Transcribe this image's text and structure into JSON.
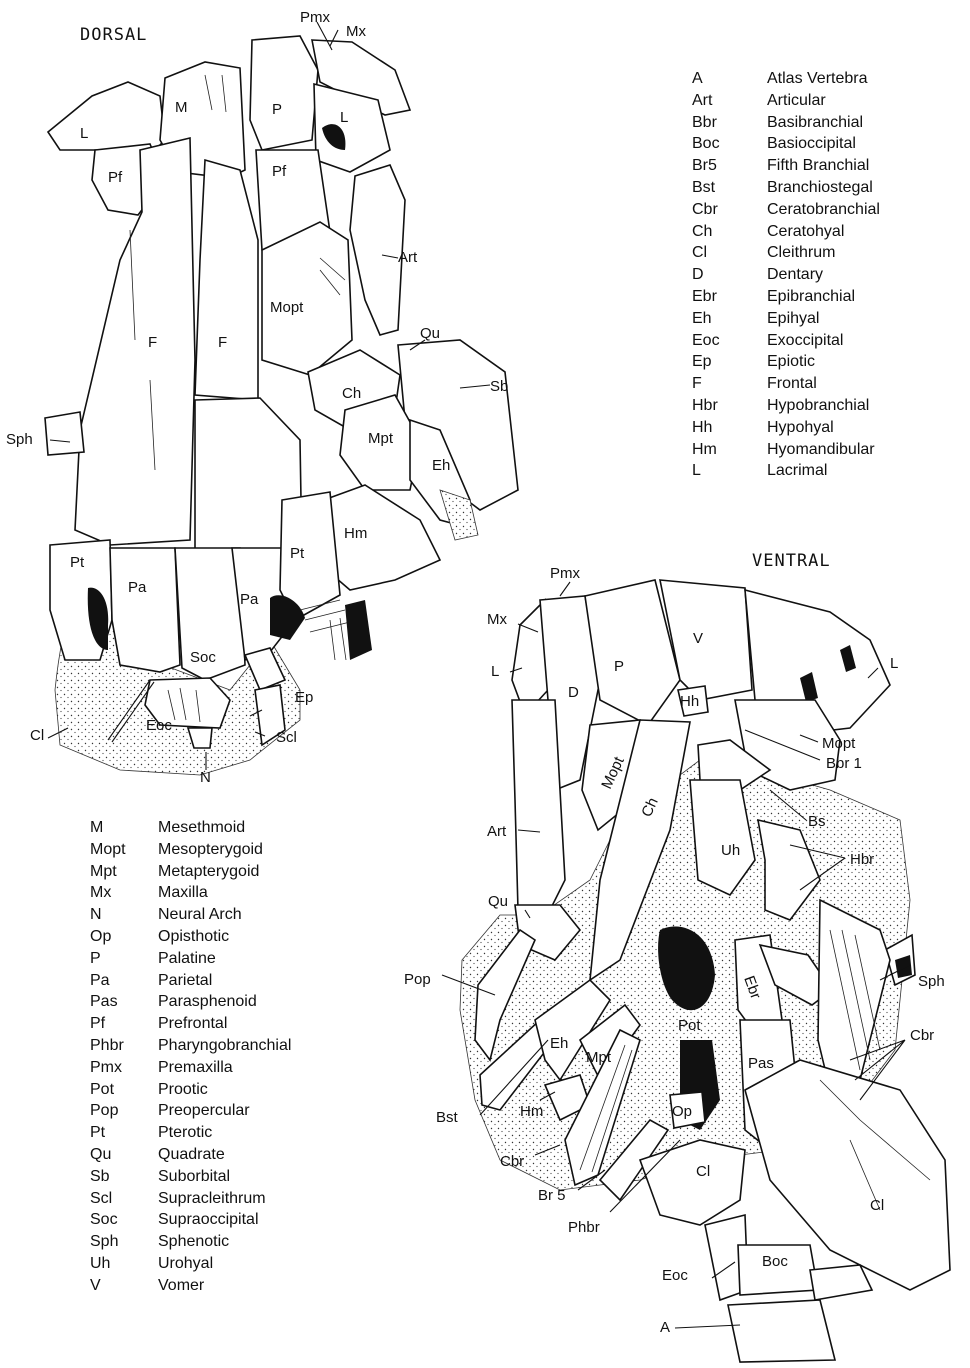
{
  "views": {
    "dorsal": "DORSAL",
    "ventral": "VENTRAL"
  },
  "legend_top": [
    {
      "abbr": "A",
      "name": "Atlas Vertebra"
    },
    {
      "abbr": "Art",
      "name": "Articular"
    },
    {
      "abbr": "Bbr",
      "name": "Basibranchial"
    },
    {
      "abbr": "Boc",
      "name": "Basioccipital"
    },
    {
      "abbr": "Br5",
      "name": "Fifth Branchial"
    },
    {
      "abbr": "Bst",
      "name": "Branchiostegal"
    },
    {
      "abbr": "Cbr",
      "name": "Ceratobranchial"
    },
    {
      "abbr": "Ch",
      "name": "Ceratohyal"
    },
    {
      "abbr": "Cl",
      "name": "Cleithrum"
    },
    {
      "abbr": "D",
      "name": "Dentary"
    },
    {
      "abbr": "Ebr",
      "name": "Epibranchial"
    },
    {
      "abbr": "Eh",
      "name": "Epihyal"
    },
    {
      "abbr": "Eoc",
      "name": "Exoccipital"
    },
    {
      "abbr": "Ep",
      "name": "Epiotic"
    },
    {
      "abbr": "F",
      "name": "Frontal"
    },
    {
      "abbr": "Hbr",
      "name": "Hypobranchial"
    },
    {
      "abbr": "Hh",
      "name": "Hypohyal"
    },
    {
      "abbr": "Hm",
      "name": "Hyomandibular"
    },
    {
      "abbr": "L",
      "name": "Lacrimal"
    }
  ],
  "legend_bottom": [
    {
      "abbr": "M",
      "name": "Mesethmoid"
    },
    {
      "abbr": "Mopt",
      "name": "Mesopterygoid"
    },
    {
      "abbr": "Mpt",
      "name": "Metapterygoid"
    },
    {
      "abbr": "Mx",
      "name": "Maxilla"
    },
    {
      "abbr": "N",
      "name": "Neural Arch"
    },
    {
      "abbr": "Op",
      "name": "Opisthotic"
    },
    {
      "abbr": "P",
      "name": "Palatine"
    },
    {
      "abbr": "Pa",
      "name": "Parietal"
    },
    {
      "abbr": "Pas",
      "name": "Parasphenoid"
    },
    {
      "abbr": "Pf",
      "name": "Prefrontal"
    },
    {
      "abbr": "Phbr",
      "name": "Pharyngobranchial"
    },
    {
      "abbr": "Pmx",
      "name": "Premaxilla"
    },
    {
      "abbr": "Pot",
      "name": "Prootic"
    },
    {
      "abbr": "Pop",
      "name": "Preopercular"
    },
    {
      "abbr": "Pt",
      "name": "Pterotic"
    },
    {
      "abbr": "Qu",
      "name": "Quadrate"
    },
    {
      "abbr": "Sb",
      "name": "Suborbital"
    },
    {
      "abbr": "Scl",
      "name": "Supracleithrum"
    },
    {
      "abbr": "Soc",
      "name": "Supraoccipital"
    },
    {
      "abbr": "Sph",
      "name": "Sphenotic"
    },
    {
      "abbr": "Uh",
      "name": "Urohyal"
    },
    {
      "abbr": "V",
      "name": "Vomer"
    }
  ],
  "dorsal_labels": {
    "pmx": "Pmx",
    "mx": "Mx",
    "m": "M",
    "p": "P",
    "l_left": "L",
    "l_right": "L",
    "pf_left": "Pf",
    "pf_right": "Pf",
    "art": "Art",
    "mopt": "Mopt",
    "qu": "Qu",
    "f_left": "F",
    "f_right": "F",
    "sb": "Sb",
    "ch": "Ch",
    "mpt": "Mpt",
    "eh": "Eh",
    "sph": "Sph",
    "hm": "Hm",
    "pt_left": "Pt",
    "pt_right": "Pt",
    "pa_left": "Pa",
    "pa_right": "Pa",
    "soc": "Soc",
    "ep": "Ep",
    "cl": "Cl",
    "eoc": "Eoc",
    "scl": "Scl",
    "n": "N"
  },
  "ventral_labels": {
    "pmx": "Pmx",
    "mx": "Mx",
    "l_left": "L",
    "l_right": "L",
    "d": "D",
    "p": "P",
    "v": "V",
    "hh": "Hh",
    "mopt_right": "Mopt",
    "bbr1": "Bbr 1",
    "bs": "Bs",
    "mopt_center": "Mopt",
    "ch": "Ch",
    "art": "Art",
    "uh": "Uh",
    "hbr": "Hbr",
    "qu": "Qu",
    "sph": "Sph",
    "ebr": "Ebr",
    "pop": "Pop",
    "pot": "Pot",
    "eh": "Eh",
    "mpt": "Mpt",
    "pas": "Pas",
    "cbr_right": "Cbr",
    "bst": "Bst",
    "hm": "Hm",
    "op": "Op",
    "cbr_left": "Cbr",
    "br5": "Br 5",
    "cl_left": "Cl",
    "cl_right": "Cl",
    "phbr": "Phbr",
    "eoc": "Eoc",
    "boc": "Boc",
    "a": "A"
  }
}
